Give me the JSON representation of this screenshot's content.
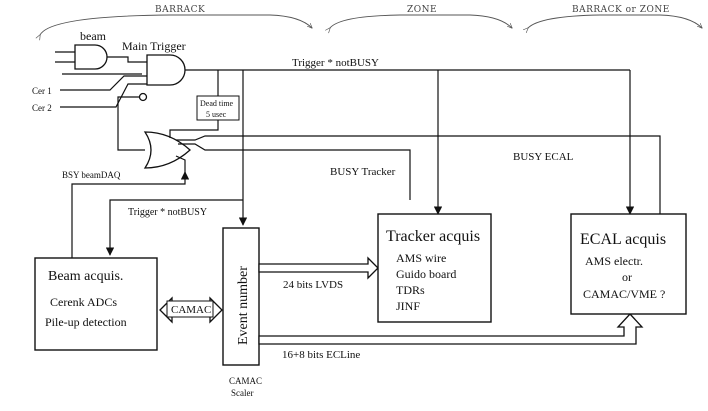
{
  "zones": {
    "barrack": "BARRACK",
    "zone": "ZONE",
    "barrack_or_zone": "BARRACK or ZONE"
  },
  "labels": {
    "beam": "beam",
    "main_trigger": "Main Trigger",
    "cer1": "Cer 1",
    "cer2": "Cer 2",
    "dead_time_line1": "Dead time",
    "dead_time_line2": "5 usec",
    "bsy_beamdaq": "BSY beamDAQ",
    "trigger_notbusy_top": "Trigger * notBUSY",
    "trigger_notbusy_mid": "Trigger * notBUSY",
    "busy_tracker": "BUSY Tracker",
    "busy_ecal": "BUSY  ECAL",
    "bits24": "24 bits  LVDS",
    "bits16": "16+8 bits  ECLine",
    "camac": "CAMAC",
    "event_number": "Event number",
    "camac_scaler_line1": "CAMAC",
    "camac_scaler_line2": "Scaler"
  },
  "beam_acquis": {
    "title": "Beam acquis.",
    "line1": "Cerenk  ADCs",
    "line2": "Pile-up detection"
  },
  "tracker_acquis": {
    "title": "Tracker acquis",
    "items": [
      "AMS  wire",
      "Guido board",
      "TDRs",
      "JINF"
    ]
  },
  "ecal_acquis": {
    "title": "ECAL acquis",
    "line1": "AMS  electr.",
    "line2": "or",
    "line3": "CAMAC/VME ?"
  }
}
